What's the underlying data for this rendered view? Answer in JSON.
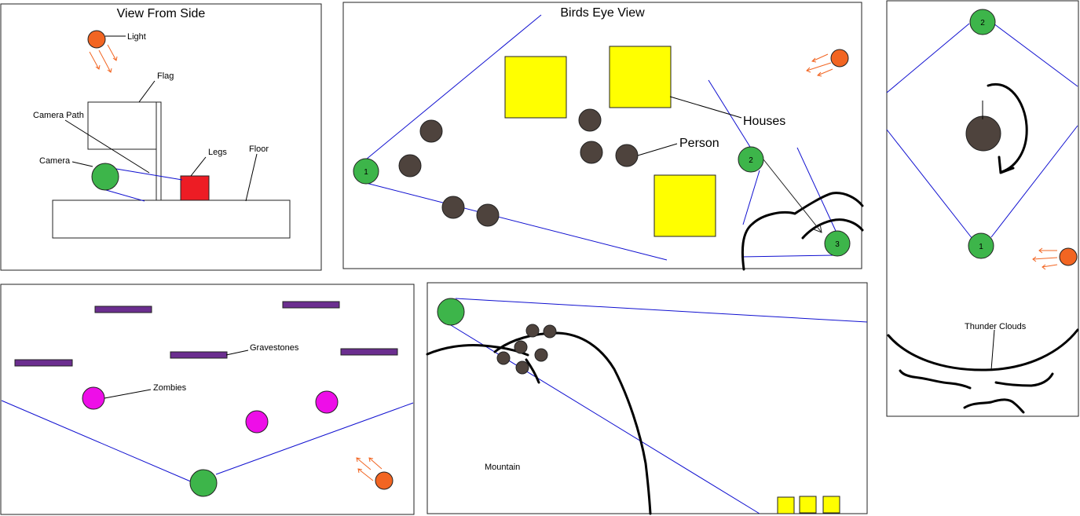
{
  "panels": {
    "side": {
      "title": "View From Side",
      "labels": {
        "light": "Light",
        "flag": "Flag",
        "camera_path": "Camera Path",
        "camera": "Camera",
        "legs": "Legs",
        "floor": "Floor"
      }
    },
    "birds_eye": {
      "title": "Birds Eye View",
      "labels": {
        "houses": "Houses",
        "person": "Person"
      },
      "camera_numbers": [
        "1",
        "2",
        "3"
      ]
    },
    "thunder": {
      "labels": {
        "thunder_clouds": "Thunder Clouds"
      },
      "camera_numbers": [
        "2",
        "1"
      ]
    },
    "graveyard": {
      "labels": {
        "gravestones": "Gravestones",
        "zombies": "Zombies"
      }
    },
    "mountain": {
      "labels": {
        "mountain": "Mountain"
      }
    }
  },
  "colors": {
    "camera": "#3db54a",
    "light": "#f26522",
    "person": "#4e433d",
    "house": "#ffff00",
    "zombie": "#ee0ee8",
    "gravestone": "#6b2e8f",
    "legs": "#ed1c24",
    "camera_path": "#1010d0"
  }
}
